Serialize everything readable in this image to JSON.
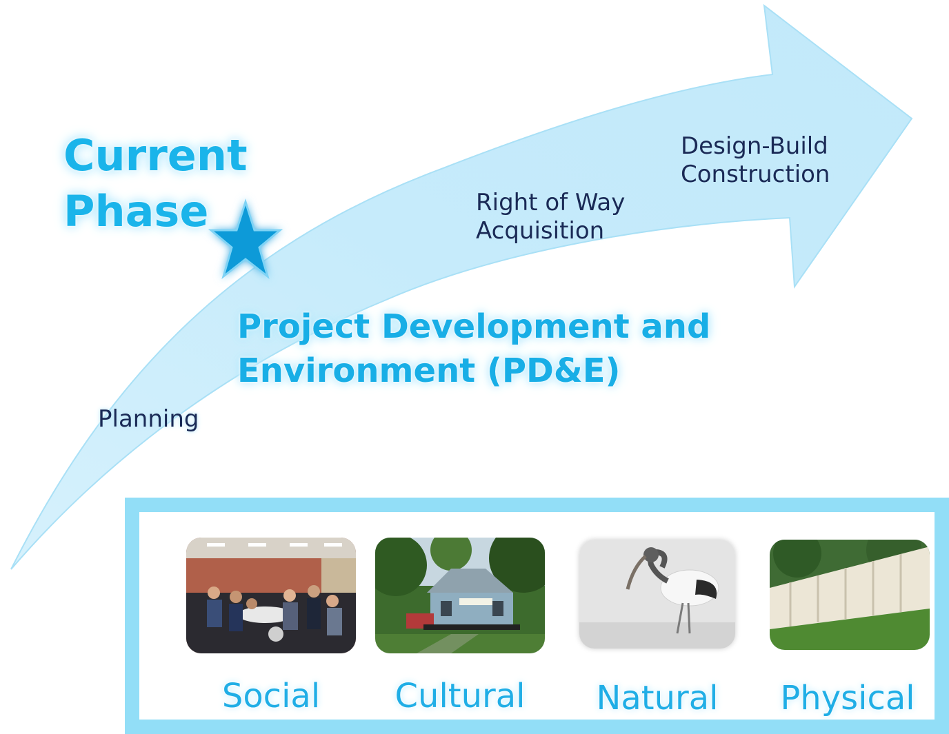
{
  "phase_marker": {
    "title_lines": [
      "Current",
      "Phase"
    ],
    "icon": "star-icon",
    "color": "#0a9ad8"
  },
  "stages": [
    {
      "id": "planning",
      "lines": [
        "Planning"
      ]
    },
    {
      "id": "pde",
      "lines": [
        "Project Development and",
        "Environment (PD&E)"
      ]
    },
    {
      "id": "row",
      "lines": [
        "Right of Way",
        "Acquisition"
      ]
    },
    {
      "id": "construction",
      "lines": [
        "Design-Build",
        "Construction"
      ]
    }
  ],
  "factors": [
    {
      "label": "Social",
      "icon": "meeting-photo"
    },
    {
      "label": "Cultural",
      "icon": "house-moving-photo"
    },
    {
      "label": "Natural",
      "icon": "wood-stork-photo"
    },
    {
      "label": "Physical",
      "icon": "noise-wall-photo"
    }
  ],
  "colors": {
    "arrow_fill": "#c9ecfb",
    "arrow_edge": "#a9e0f6",
    "box_border": "#92def7",
    "stage_text": "#1a2a56",
    "highlight_text": "#18aee6"
  }
}
